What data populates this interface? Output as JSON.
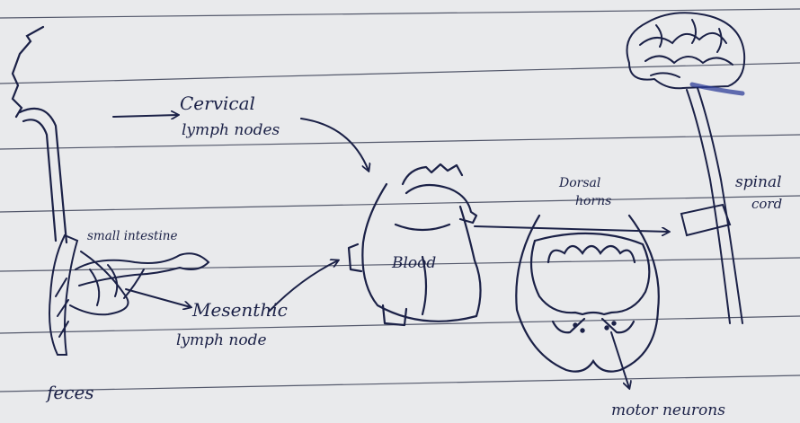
{
  "labels": {
    "cervical_1": "Cervical",
    "cervical_2": "lymph nodes",
    "small_intestine": "small intestine",
    "mesenteric_1": "Mesenthic",
    "mesenteric_2": "lymph node",
    "feces": "feces",
    "blood": "Blood",
    "dorsal_1": "Dorsal",
    "dorsal_2": "horns",
    "spinal_1": "spinal",
    "spinal_2": "cord",
    "motor_neurons": "motor neurons"
  },
  "colors": {
    "paper": "#e9eaec",
    "rule_lines": "#3a3f55",
    "ink": "#1b2147",
    "brainstem_highlight": "#2f3f9a"
  },
  "icons": {
    "head_profile": "head-profile-icon",
    "intestine": "intestine-icon",
    "heart": "heart-icon",
    "spinal_cross_section": "spinal-cord-section-icon",
    "brain": "brain-icon"
  }
}
